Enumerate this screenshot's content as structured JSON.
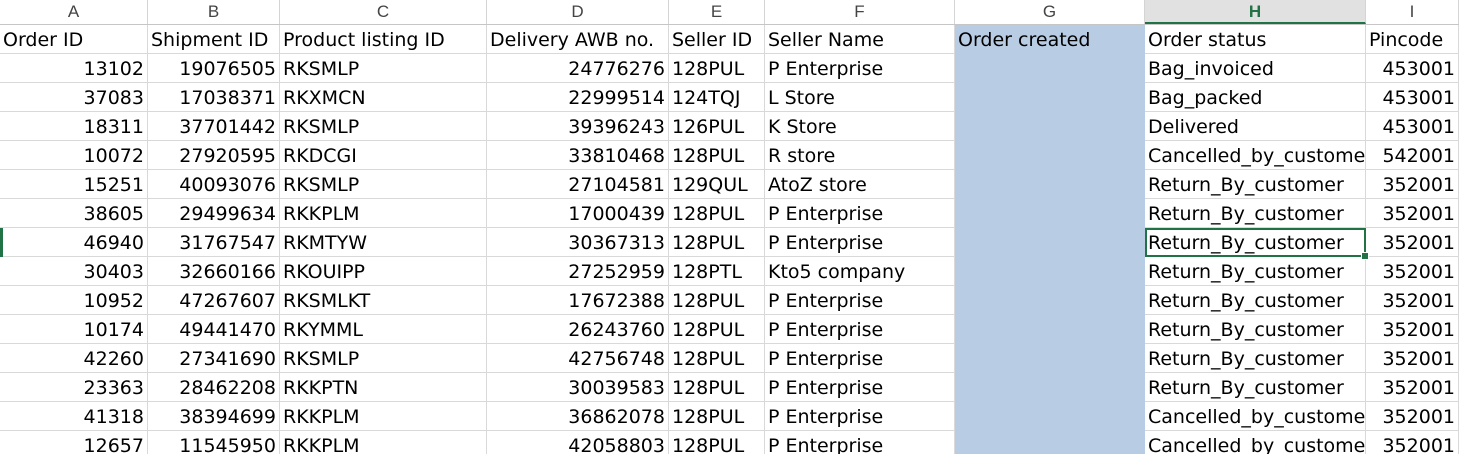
{
  "column_headers": [
    "A",
    "B",
    "C",
    "D",
    "E",
    "F",
    "G",
    "H",
    "I"
  ],
  "selected_column": "H",
  "header_row": [
    "Order ID",
    "Shipment ID",
    "Product listing ID",
    "Delivery AWB no.",
    "Seller ID",
    "Seller Name",
    "Order created",
    "Order status",
    "Pincode"
  ],
  "rows": [
    [
      "13102",
      "19076505",
      "RKSMLP",
      "24776276",
      "128PUL",
      "P Enterprise",
      "",
      "Bag_invoiced",
      "453001"
    ],
    [
      "37083",
      "17038371",
      "RKXMCN",
      "22999514",
      "124TQJ",
      "L Store",
      "",
      "Bag_packed",
      "453001"
    ],
    [
      "18311",
      "37701442",
      "RKSMLP",
      "39396243",
      "126PUL",
      "K Store",
      "",
      "Delivered",
      "453001"
    ],
    [
      "10072",
      "27920595",
      "RKDCGI",
      "33810468",
      "128PUL",
      "R store",
      "",
      "Cancelled_by_customer",
      "542001"
    ],
    [
      "15251",
      "40093076",
      "RKSMLP",
      "27104581",
      "129QUL",
      "AtoZ store",
      "",
      "Return_By_customer",
      "352001"
    ],
    [
      "38605",
      "29499634",
      "RKKPLM",
      "17000439",
      "128PUL",
      "P Enterprise",
      "",
      "Return_By_customer",
      "352001"
    ],
    [
      "46940",
      "31767547",
      "RKMTYW",
      "30367313",
      "128PUL",
      "P Enterprise",
      "",
      "Return_By_customer",
      "352001"
    ],
    [
      "30403",
      "32660166",
      "RKOUIPP",
      "27252959",
      "128PTL",
      "Kto5 company",
      "",
      "Return_By_customer",
      "352001"
    ],
    [
      "10952",
      "47267607",
      "RKSMLKT",
      "17672388",
      "128PUL",
      "P Enterprise",
      "",
      "Return_By_customer",
      "352001"
    ],
    [
      "10174",
      "49441470",
      "RKYMML",
      "26243760",
      "128PUL",
      "P Enterprise",
      "",
      "Return_By_customer",
      "352001"
    ],
    [
      "42260",
      "27341690",
      "RKSMLP",
      "42756748",
      "128PUL",
      "P Enterprise",
      "",
      "Return_By_customer",
      "352001"
    ],
    [
      "23363",
      "28462208",
      "RKKPTN",
      "30039583",
      "128PUL",
      "P Enterprise",
      "",
      "Return_By_customer",
      "352001"
    ],
    [
      "41318",
      "38394699",
      "RKKPLM",
      "36862078",
      "128PUL",
      "P Enterprise",
      "",
      "Cancelled_by_customer",
      "352001"
    ],
    [
      "12657",
      "11545950",
      "RKKPLM",
      "42058803",
      "128PUL",
      "P Enterprise",
      "",
      "Cancelled_by_customer",
      "352001"
    ]
  ],
  "active_cell": {
    "row": 6,
    "col": 7
  },
  "colors": {
    "highlight_fill": "#b8cce4",
    "selection": "#217346"
  }
}
